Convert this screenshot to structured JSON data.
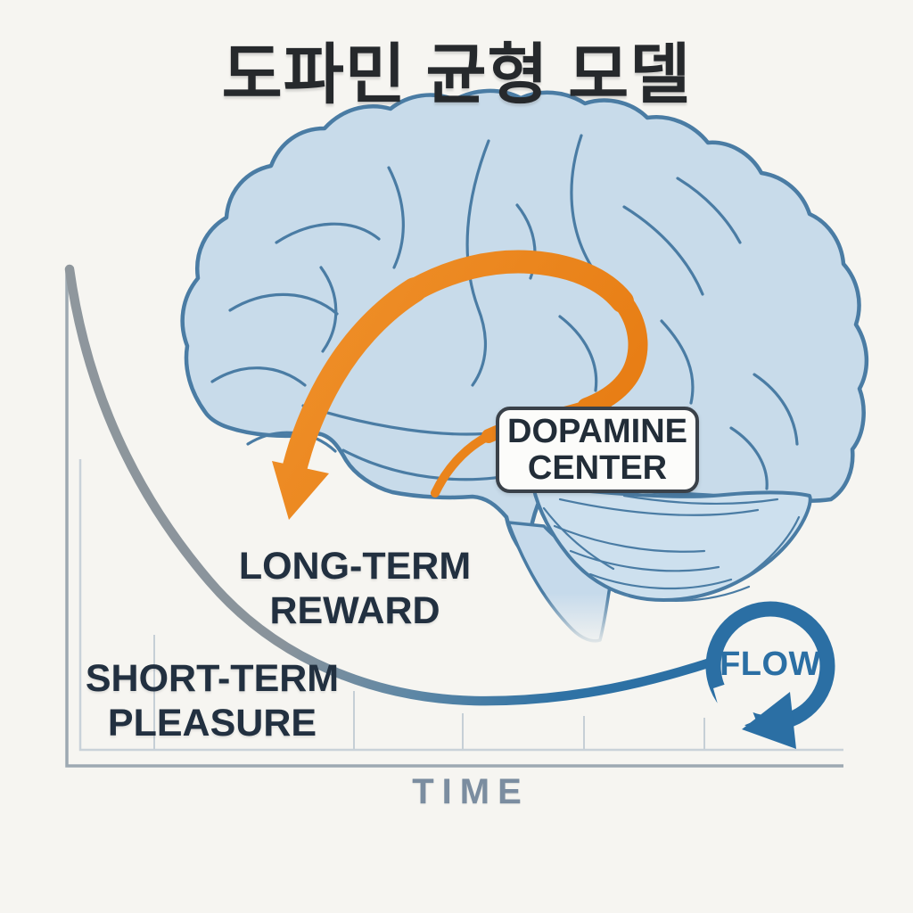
{
  "title": {
    "text": "도파민 균형 모델"
  },
  "brain_diagram": {
    "dopamine_center_label": {
      "line1": "DOPAMINE",
      "line2": "CENTER"
    },
    "long_term_reward_label": {
      "line1": "LONG-TERM",
      "line2": "REWARD"
    }
  },
  "chart": {
    "short_term_pleasure_label": {
      "line1": "SHORT-TERM",
      "line2": "PLEASURE"
    },
    "x_axis_label": "TIME",
    "flow_label": "FLOW",
    "curve_description": "decaying curve from top of y-axis, gray fading to blue, flattening then rising slightly into the FLOW cycle loop"
  },
  "colors": {
    "background": "#f6f5f1",
    "brain_fill": "#c8dbea",
    "brain_outline": "#4a7ca4",
    "arrow_orange": "#e8831c",
    "flow_blue": "#2b6fa4",
    "curve_gray": "#8e969d",
    "axis_outer_gray": "#9da9b2",
    "axis_inner_gray": "#c9d2d9",
    "text_dark": "#223040",
    "title_dark": "#26292c",
    "time_label_color": "#7b8da0"
  }
}
